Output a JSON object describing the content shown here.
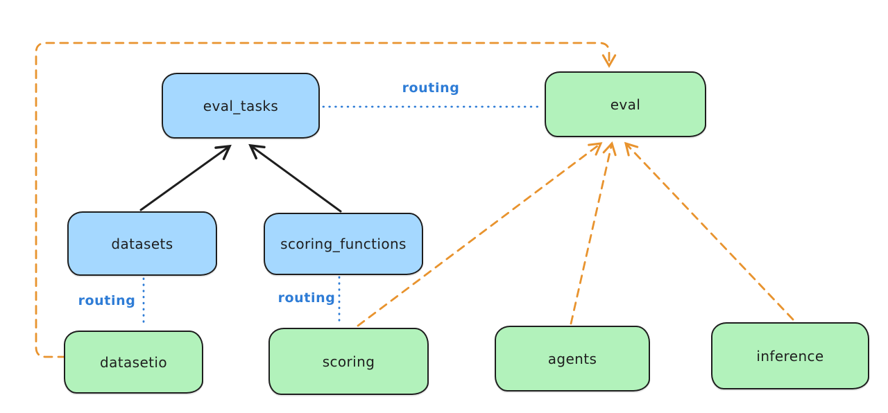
{
  "diagram": {
    "nodes": {
      "eval_tasks": {
        "label": "eval_tasks",
        "fill": "#a5d8ff"
      },
      "eval": {
        "label": "eval",
        "fill": "#b2f2bb"
      },
      "datasets": {
        "label": "datasets",
        "fill": "#a5d8ff"
      },
      "scoring_functions": {
        "label": "scoring_functions",
        "fill": "#a5d8ff"
      },
      "datasetio": {
        "label": "datasetio",
        "fill": "#b2f2bb"
      },
      "scoring": {
        "label": "scoring",
        "fill": "#b2f2bb"
      },
      "agents": {
        "label": "agents",
        "fill": "#b2f2bb"
      },
      "inference": {
        "label": "inference",
        "fill": "#b2f2bb"
      }
    },
    "edges": [
      {
        "from": "datasets",
        "to": "eval_tasks",
        "style": "solid",
        "color": "#1e1e1e",
        "label": ""
      },
      {
        "from": "scoring_functions",
        "to": "eval_tasks",
        "style": "solid",
        "color": "#1e1e1e",
        "label": ""
      },
      {
        "from": "eval_tasks",
        "to": "eval",
        "style": "dotted",
        "color": "#2e7cd6",
        "label": "routing"
      },
      {
        "from": "datasets",
        "to": "datasetio",
        "style": "dotted",
        "color": "#2e7cd6",
        "label": "routing"
      },
      {
        "from": "scoring_functions",
        "to": "scoring",
        "style": "dotted",
        "color": "#2e7cd6",
        "label": "routing"
      },
      {
        "from": "datasetio",
        "to": "eval",
        "style": "dashed",
        "color": "#e8932e",
        "label": ""
      },
      {
        "from": "scoring",
        "to": "eval",
        "style": "dashed",
        "color": "#e8932e",
        "label": ""
      },
      {
        "from": "agents",
        "to": "eval",
        "style": "dashed",
        "color": "#e8932e",
        "label": ""
      },
      {
        "from": "inference",
        "to": "eval",
        "style": "dashed",
        "color": "#e8932e",
        "label": ""
      }
    ],
    "colors": {
      "node_stroke": "#1e1e1e",
      "blue_fill": "#a5d8ff",
      "green_fill": "#b2f2bb",
      "routing_blue": "#2e7cd6",
      "provider_orange": "#e8932e",
      "background": "#ffffff"
    }
  }
}
